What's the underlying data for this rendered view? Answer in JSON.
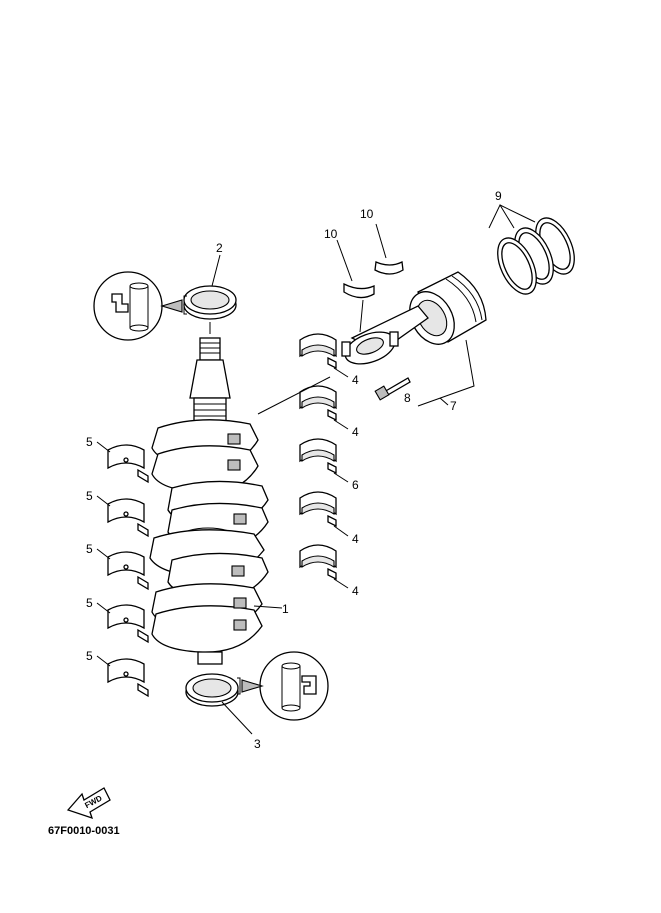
{
  "diagram_code": "67F0010-0031",
  "fwd_label": "FWD",
  "callouts": {
    "crankshaft": "1",
    "oil_seal_top": "2",
    "oil_seal_bottom": "3",
    "bearing_a": "4",
    "bearing_b": "4",
    "bearing_c": "6",
    "bearing_d": "4",
    "bearing_e": "4",
    "main_bearing_1": "5",
    "main_bearing_2": "5",
    "main_bearing_3": "5",
    "main_bearing_4": "5",
    "main_bearing_5": "5",
    "connecting_rod_assy": "7",
    "rod_bolt": "8",
    "piston_rings": "9",
    "rod_bearing_upper": "10",
    "rod_bearing_lower": "10"
  }
}
